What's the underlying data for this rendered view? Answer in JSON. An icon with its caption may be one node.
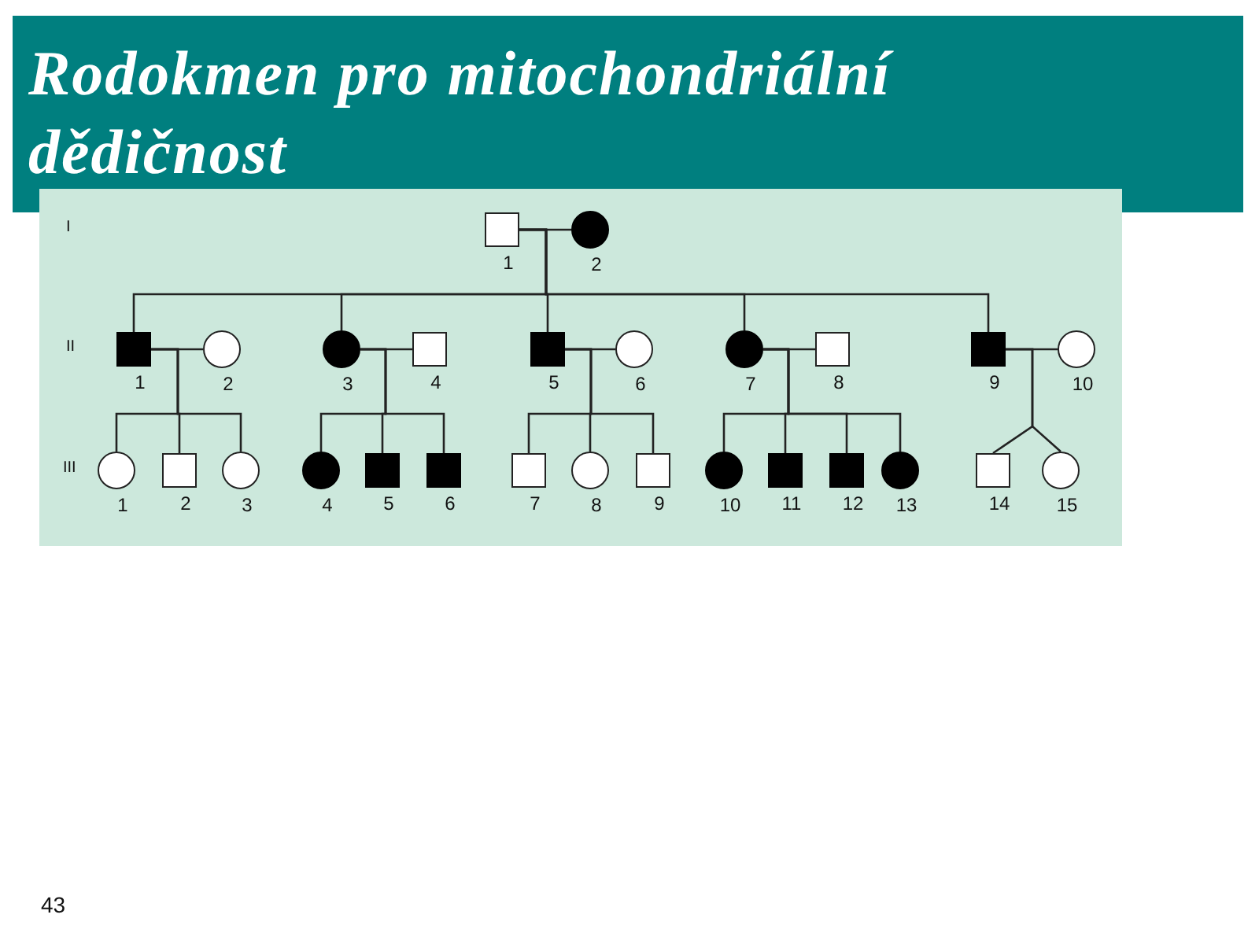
{
  "diagram": {
    "title": "Rodokmen pro mitochondriální dědičnost",
    "nodes": [
      {
        "text": [],
        "shape": "box",
        "beside": [
          "1"
        ]
      },
      {
        "text": [],
        "shape": "disc",
        "beside": [
          "2"
        ]
      },
      {
        "text": [],
        "shape": "block",
        "beside": [
          "1"
        ]
      },
      {
        "text": [],
        "shape": "circle",
        "beside": [
          "2"
        ]
      },
      {
        "text": [],
        "shape": "disc",
        "beside": [
          "3"
        ]
      },
      {
        "text": [],
        "shape": "box",
        "beside": [
          "4"
        ]
      },
      {
        "text": [],
        "shape": "block",
        "beside": [
          "5"
        ]
      },
      {
        "text": [],
        "shape": "circle",
        "beside": [
          "6"
        ]
      },
      {
        "text": [],
        "shape": "disc",
        "beside": [
          "7"
        ]
      },
      {
        "text": [],
        "shape": "box",
        "beside": [
          "8"
        ]
      },
      {
        "text": [],
        "shape": "block",
        "beside": [
          "9"
        ]
      },
      {
        "text": [],
        "shape": "circle",
        "beside": [
          "10"
        ]
      },
      {
        "text": [],
        "shape": "circle",
        "beside": [
          "1"
        ]
      },
      {
        "text": [],
        "shape": "box",
        "beside": [
          "2"
        ]
      },
      {
        "text": [],
        "shape": "circle",
        "beside": [
          "3"
        ]
      },
      {
        "text": [],
        "shape": "disc",
        "beside": [
          "4"
        ]
      },
      {
        "text": [],
        "shape": "block",
        "beside": [
          "5"
        ]
      },
      {
        "text": [],
        "shape": "block",
        "beside": [
          "6"
        ]
      },
      {
        "text": [],
        "shape": "box",
        "beside": [
          "7"
        ]
      },
      {
        "text": [],
        "shape": "circle",
        "beside": [
          "8"
        ]
      },
      {
        "text": [],
        "shape": "box",
        "beside": [
          "9"
        ]
      },
      {
        "text": [],
        "shape": "disc",
        "beside": [
          "10"
        ]
      },
      {
        "text": [],
        "shape": "block",
        "beside": [
          "11"
        ]
      },
      {
        "text": [],
        "shape": "block",
        "beside": [
          "12"
        ]
      },
      {
        "text": [],
        "shape": "disc",
        "beside": [
          "13"
        ]
      },
      {
        "text": [],
        "shape": "box",
        "beside": [
          "14"
        ]
      },
      {
        "text": [],
        "shape": "circle",
        "beside": [
          "15"
        ]
      }
    ],
    "edges": [
      {
        "from": 0,
        "to": 1,
        "arrow": "none"
      },
      {
        "from": 2,
        "to": 3,
        "arrow": "none"
      },
      {
        "from": 4,
        "to": 5,
        "arrow": "none"
      },
      {
        "from": 6,
        "to": 7,
        "arrow": "none"
      },
      {
        "from": 8,
        "to": 9,
        "arrow": "none"
      },
      {
        "from": 10,
        "to": 11,
        "arrow": "none"
      },
      {
        "from": 0,
        "to": 2,
        "arrow": "none"
      },
      {
        "from": 0,
        "to": 4,
        "arrow": "none"
      },
      {
        "from": 0,
        "to": 6,
        "arrow": "none"
      },
      {
        "from": 0,
        "to": 8,
        "arrow": "none"
      },
      {
        "from": 0,
        "to": 10,
        "arrow": "none"
      },
      {
        "from": 2,
        "to": 12,
        "arrow": "none"
      },
      {
        "from": 2,
        "to": 13,
        "arrow": "none"
      },
      {
        "from": 2,
        "to": 14,
        "arrow": "none"
      },
      {
        "from": 4,
        "to": 15,
        "arrow": "none"
      },
      {
        "from": 4,
        "to": 16,
        "arrow": "none"
      },
      {
        "from": 4,
        "to": 17,
        "arrow": "none"
      },
      {
        "from": 6,
        "to": 18,
        "arrow": "none"
      },
      {
        "from": 6,
        "to": 19,
        "arrow": "none"
      },
      {
        "from": 6,
        "to": 20,
        "arrow": "none"
      },
      {
        "from": 8,
        "to": 21,
        "arrow": "none"
      },
      {
        "from": 8,
        "to": 22,
        "arrow": "none"
      },
      {
        "from": 8,
        "to": 23,
        "arrow": "none"
      },
      {
        "from": 8,
        "to": 24,
        "arrow": "none"
      },
      {
        "from": 10,
        "to": 25,
        "arrow": "none"
      },
      {
        "from": 10,
        "to": 26,
        "arrow": "none"
      }
    ],
    "labels": [
      "I",
      "II",
      "III",
      "43"
    ]
  }
}
